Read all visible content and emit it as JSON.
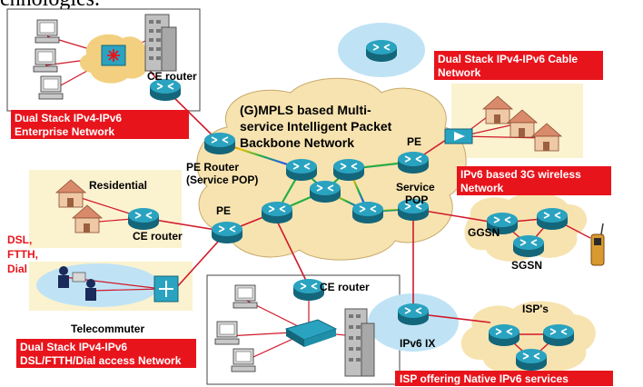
{
  "top_text": "chnologies.",
  "backbone": {
    "line1": "(G)MPLS based Multi-",
    "line2": "service Intelligent Packet",
    "line3": "Backbone Network"
  },
  "labels": {
    "ce_router_top": "CE router",
    "ce_router_residential": "CE router",
    "ce_router_bottom": "CE router",
    "pe_router_1": "PE Router",
    "pe_router_2": "(Service POP)",
    "pe_left": "PE",
    "pe_right": "PE",
    "service_pop_1": "Service",
    "service_pop_2": "POP",
    "residential": "Residential",
    "dsl": "DSL,",
    "ftth": "FTTH,",
    "dial": "Dial",
    "telecommuter": "Telecommuter",
    "ggsn": "GGSN",
    "sgsn": "SGSN",
    "ipv6_ix": "IPv6 IX",
    "isps": "ISP's"
  },
  "banners": {
    "enterprise_1": "Dual Stack IPv4-IPv6",
    "enterprise_2": "Enterprise Network",
    "cable_1": "Dual Stack IPv4-IPv6 Cable",
    "cable_2": "Network",
    "wireless_1": "IPv6 based 3G wireless",
    "wireless_2": "Network",
    "dsl_1": "Dual Stack IPv4-IPv6",
    "dsl_2": "DSL/FTTH/Dial access Network",
    "isp": "ISP offering Native IPv6 services"
  },
  "colors": {
    "banner_red": "#e8141c",
    "router_teal": "#1f8fa8",
    "link_red": "#d0182a",
    "cloud_fill": "#f7e3b0",
    "zone_fill": "#fbf2cf",
    "lan_blue": "#bfe3f5"
  }
}
